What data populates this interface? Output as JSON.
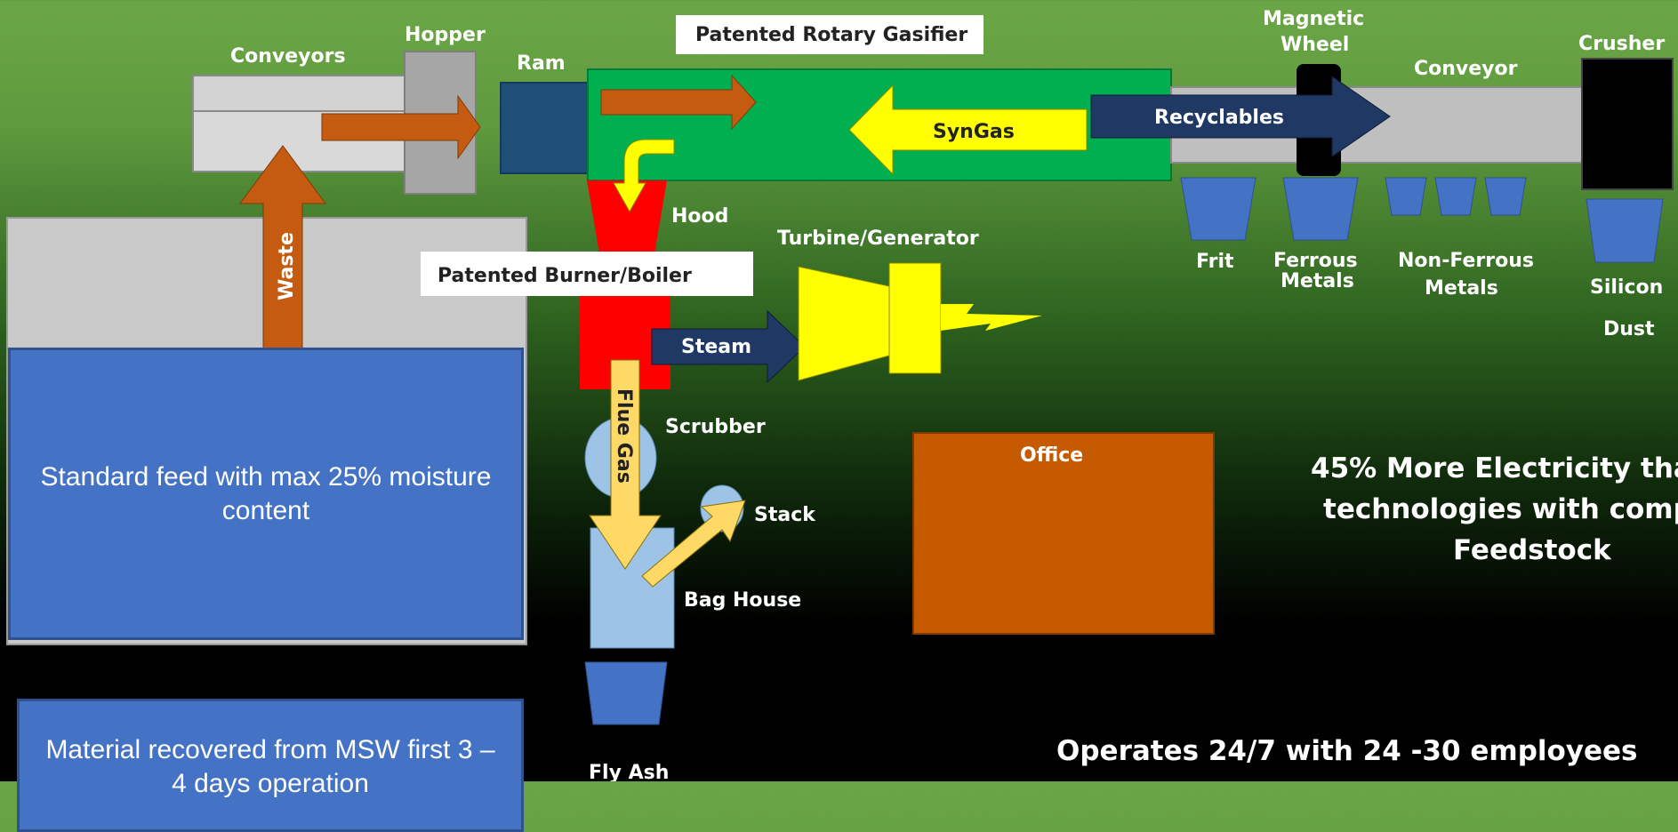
{
  "labels": {
    "conveyors": "Conveyors",
    "hopper": "Hopper",
    "ram": "Ram",
    "gasifier": "Patented Rotary Gasifier",
    "syngas": "SynGas",
    "recyclables": "Recyclables",
    "magnetic_wheel_1": "Magnetic",
    "magnetic_wheel_2": "Wheel",
    "conveyor": "Conveyor",
    "crusher": "Crusher",
    "waste": "Waste",
    "hood": "Hood",
    "turbine": "Turbine/Generator",
    "burner": "Patented Burner/Boiler",
    "steam": "Steam",
    "frit": "Frit",
    "ferrous_1": "Ferrous",
    "ferrous_2": "Metals",
    "nonferrous_1": "Non-Ferrous",
    "nonferrous_2": "Metals",
    "silicon_1": "Silicon",
    "silicon_2": "Dust",
    "scrubber": "Scrubber",
    "flue_gas": "Flue Gas",
    "stack": "Stack",
    "bag_house": "Bag House",
    "fly_ash": "Fly Ash",
    "office": "Office"
  },
  "callouts": {
    "electricity_1": "45% More Electricity tha",
    "electricity_2": "technologies with comp",
    "electricity_3": "Feedstock",
    "operates": "Operates 24/7 with 24 -30 employees"
  },
  "boxes": {
    "standard_feed": "Standard feed with max  25% moisture content",
    "material_recovered": "Material recovered from MSW first 3 – 4 days operation"
  },
  "colors": {
    "arrow_orange": "#c55a11",
    "gasifier_green": "#00b050",
    "syngas_yellow": "#ffff00",
    "navy": "#1f3864",
    "burner_red": "#ff0000",
    "bin_blue": "#4472c4",
    "office_orange": "#c55a00",
    "light_blue": "#9dc3e6"
  }
}
